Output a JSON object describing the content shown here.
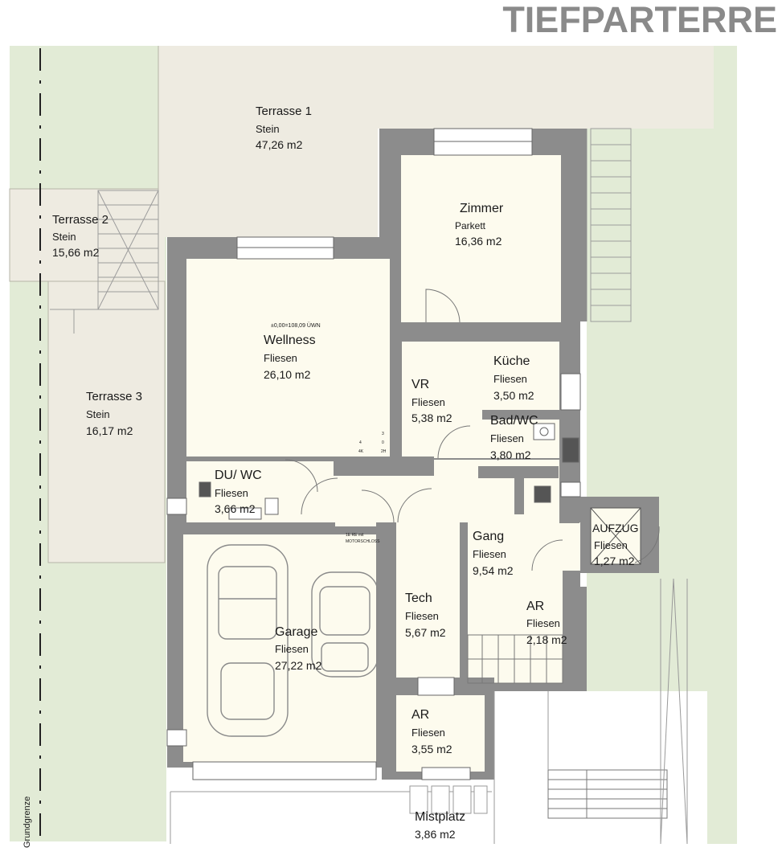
{
  "header": {
    "title": "TIEFPARTERRE"
  },
  "colors": {
    "garden": "#e2ebd6",
    "terrace": "#eeebe1",
    "room": "#fdfbee",
    "wall": "#8c8c8c",
    "title": "#8a8a8a"
  },
  "rooms": {
    "terrasse1": {
      "name": "Terrasse 1",
      "material": "Stein",
      "area": "47,26 m2"
    },
    "terrasse2": {
      "name": "Terrasse 2",
      "material": "Stein",
      "area": "15,66 m2"
    },
    "terrasse3": {
      "name": "Terrasse 3",
      "material": "Stein",
      "area": "16,17 m2"
    },
    "zimmer": {
      "name": "Zimmer",
      "material": "Parkett",
      "area": "16,36 m2"
    },
    "wellness": {
      "name": "Wellness",
      "material": "Fliesen",
      "area": "26,10 m2",
      "note": "±0,00=108,09 ÜWN"
    },
    "kueche": {
      "name": "Küche",
      "material": "Fliesen",
      "area": "3,50 m2"
    },
    "vr": {
      "name": "VR",
      "material": "Fliesen",
      "area": "5,38 m2"
    },
    "badwc": {
      "name": "Bad/WC",
      "material": "Fliesen",
      "area": "3,80 m2"
    },
    "duwc": {
      "name": "DU/ WC",
      "material": "Fliesen",
      "area": "3,66 m2"
    },
    "gang": {
      "name": "Gang",
      "material": "Fliesen",
      "area": "9,54 m2"
    },
    "aufzug": {
      "name": "AUFZUG",
      "material": "Fliesen",
      "area": "1,27 m2"
    },
    "garage": {
      "name": "Garage",
      "material": "Fliesen",
      "area": "27,22 m2"
    },
    "tech": {
      "name": "Tech",
      "material": "Fliesen",
      "area": "5,67 m2"
    },
    "ar1": {
      "name": "AR",
      "material": "Fliesen",
      "area": "2,18 m2"
    },
    "ar2": {
      "name": "AR",
      "material": "Fliesen",
      "area": "3,55 m2"
    },
    "mistplatz": {
      "name": "Mistplatz",
      "area": "3,86 m2"
    }
  },
  "annotations": {
    "grundgrenze": "Grundgrenze",
    "door_note_1": "1E RE mit",
    "door_note_2": "MOTORSCHLOSS",
    "stair_1": "4",
    "stair_2": "4K",
    "stair_3": "3",
    "stair_4": "0",
    "stair_5": "2H"
  }
}
